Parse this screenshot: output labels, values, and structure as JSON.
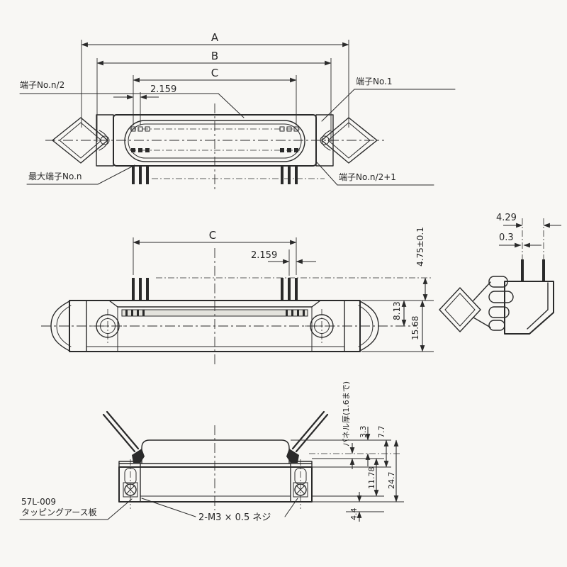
{
  "meta": {
    "drawing_type": "connector-technical-drawing",
    "ink_color": "#2a2a2a",
    "paper_color": "#f8f7f4",
    "slot_fill": "#e3e2dc"
  },
  "top_view": {
    "dim_a": "A",
    "dim_b": "B",
    "dim_c": "C",
    "dim_pitch": "2.159",
    "label_terminal_n2": "端子No.n/2",
    "label_terminal_1": "端子No.1",
    "label_terminal_max": "最大端子No.n",
    "label_terminal_n21": "端子No.n/2+1"
  },
  "front_view": {
    "dim_c": "C",
    "dim_pitch": "2.159",
    "dim_pin_length": "4.75±0.1",
    "dim_h1": "8.13",
    "dim_h2": "15.68"
  },
  "side_view": {
    "dim_pin_span": "4.29",
    "dim_pin_width": "0.3"
  },
  "mount_view": {
    "dim_panel": "パネル厚(1.6まで)",
    "dim_d1": "3.3",
    "dim_d2": "7.7",
    "dim_d3": "11.78",
    "dim_d4": "24.7",
    "dim_d5": "4.4",
    "label_part_line1": "57L-009",
    "label_part_line2": "タッピングアース板",
    "label_screw": "2-M3 × 0.5 ネジ"
  }
}
